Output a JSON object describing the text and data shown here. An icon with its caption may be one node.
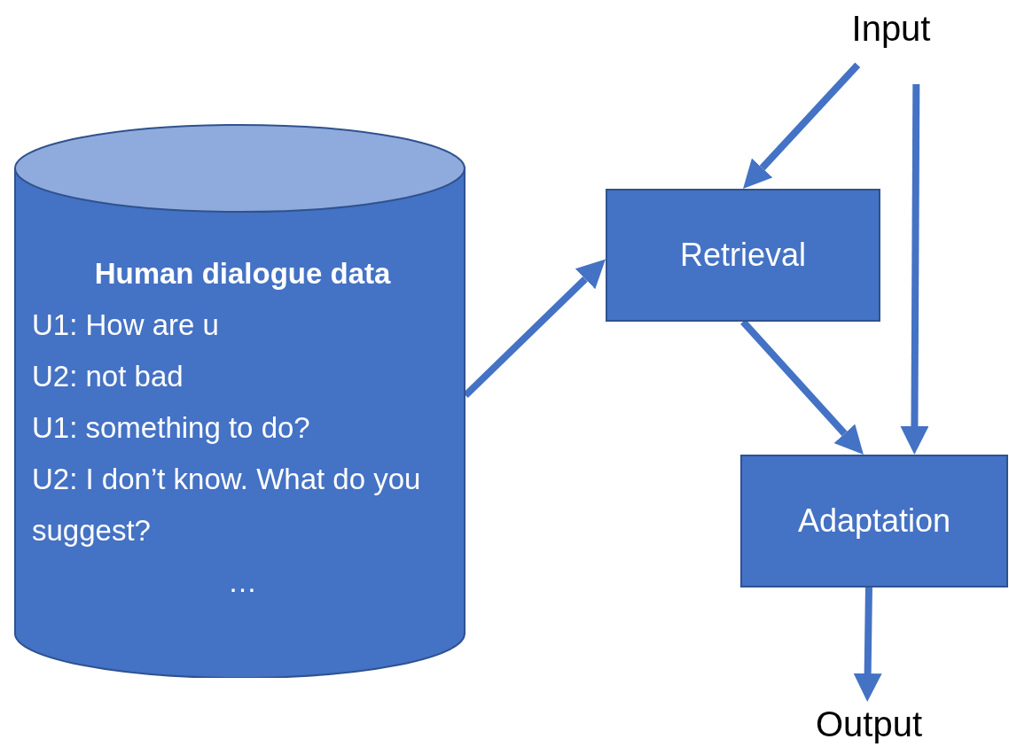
{
  "diagram": {
    "nodes": [
      {
        "text": [
          "Human dialogue data",
          "U1: How are u",
          "U2: not bad",
          "U1: something to do?",
          "U2: I don’t know. What do you suggest?",
          "…"
        ]
      },
      {
        "text": [
          "Retrieval"
        ]
      },
      {
        "text": [
          "Adaptation"
        ]
      },
      {
        "text": [
          "Input"
        ]
      },
      {
        "text": [
          "Output"
        ]
      }
    ],
    "edges": [
      {
        "from": 0,
        "to": 1,
        "arrow": "to"
      },
      {
        "from": 3,
        "to": 1,
        "arrow": "to"
      },
      {
        "from": 3,
        "to": 2,
        "arrow": "to"
      },
      {
        "from": 1,
        "to": 2,
        "arrow": "to"
      },
      {
        "from": 2,
        "to": 4,
        "arrow": "to"
      }
    ]
  }
}
